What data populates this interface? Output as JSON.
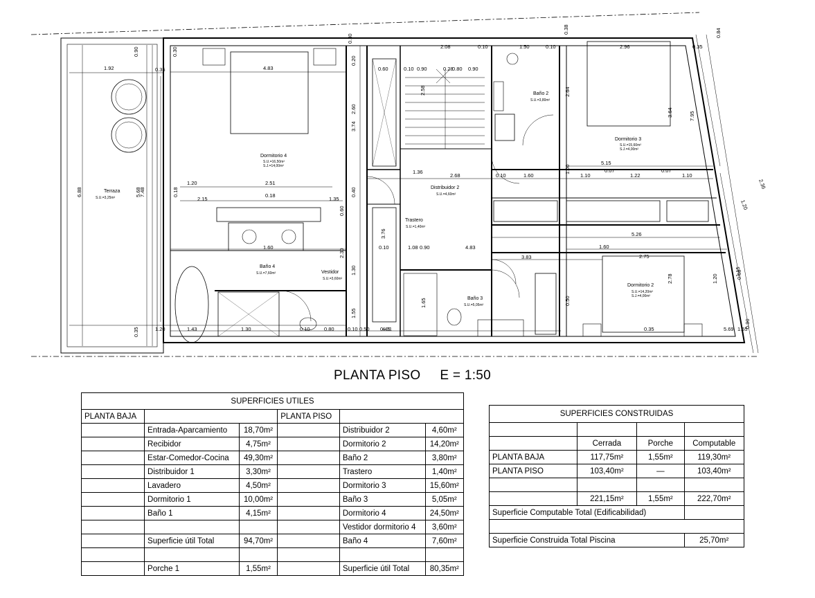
{
  "title": "PLANTA PISO     E = 1:50",
  "plan": {
    "rooms": {
      "terraza": {
        "name": "Terraza",
        "sub": "S.U.=3,25m²"
      },
      "dormitorio4": {
        "name": "Dormitorio 4",
        "sub1": "S.U.=16,50m²",
        "sub2": "S.J.=14,00m²"
      },
      "bano4": {
        "name": "Baño 4",
        "sub": "S.U.=7,60m²"
      },
      "vestidor": {
        "name": "Vestidor",
        "sub": "S.U.=3,60m²"
      },
      "trastero": {
        "name": "Trastero",
        "sub": "S.U.=1,40m²"
      },
      "distribuidor2": {
        "name": "Distribuidor 2",
        "sub": "S.U.=4,60m²"
      },
      "bano2": {
        "name": "Baño 2",
        "sub": "S.U.=3,80m²"
      },
      "dormitorio3": {
        "name": "Dormitorio 3",
        "sub1": "S.U.=15,60m²",
        "sub2": "S.J.=4,00m²"
      },
      "bano3": {
        "name": "Baño 3",
        "sub": "S.U.=5,05m²"
      },
      "dormitorio2": {
        "name": "Dormitorio 2",
        "sub1": "S.U.=14,20m²",
        "sub2": "S.J.=4,00m²"
      }
    },
    "dims": [
      "0.30",
      "2.08",
      "0.10",
      "1.50",
      "0.10",
      "0.38",
      "2.96",
      "0.35",
      "0.84",
      "0.90",
      "0.35",
      "0.30",
      "4.83",
      "0.20",
      "1.92",
      "0.60",
      "0.10",
      "0.90",
      "0.28",
      "0.90",
      "0.80",
      "2.58",
      "2.64",
      "3.64",
      "3.74",
      "2.60",
      "1.20",
      "2.51",
      "1.36",
      "2.68",
      "0.10",
      "1.00",
      "1.60",
      "1.10",
      "0.07",
      "1.22",
      "0.07",
      "1.10",
      "5.15",
      "6.88",
      "7.48",
      "5.68",
      "0.18",
      "2.15",
      "0.18",
      "1.35",
      "0.40",
      "0.60",
      "0.10",
      "1.08",
      "0.90",
      "4.83",
      "1.60",
      "2.30",
      "1.30",
      "3.76",
      "5.26",
      "1.60",
      "3.83",
      "2.75",
      "2.78",
      "1.20",
      "1.15",
      "0.90",
      "0.35",
      "1.20",
      "1.43",
      "1.30",
      "0.10",
      "0.80",
      "0.10",
      "0.50",
      "0.45",
      "1.55",
      "1.65",
      "0.50",
      "4.11",
      "0.35",
      "1.55",
      "5.69",
      "7.95",
      "2.36",
      "1.20",
      "0.60"
    ]
  },
  "utiles": {
    "header": "SUPERFICIES UTILES",
    "col_baja": "PLANTA BAJA",
    "col_piso": "PLANTA PISO",
    "rows": [
      {
        "bn": "Entrada-Aparcamiento",
        "bv": "18,70m²",
        "pn": "Distribuidor 2",
        "pv": "4,60m²"
      },
      {
        "bn": "Recibidor",
        "bv": "4,75m²",
        "pn": "Dormitorio 2",
        "pv": "14,20m²"
      },
      {
        "bn": "Estar-Comedor-Cocina",
        "bv": "49,30m²",
        "pn": "Baño 2",
        "pv": "3,80m²"
      },
      {
        "bn": "Distribuidor 1",
        "bv": "3,30m²",
        "pn": "Trastero",
        "pv": "1,40m²"
      },
      {
        "bn": "Lavadero",
        "bv": "4,50m²",
        "pn": "Dormitorio 3",
        "pv": "15,60m²"
      },
      {
        "bn": "Dormitorio 1",
        "bv": "10,00m²",
        "pn": "Baño 3",
        "pv": "5,05m²"
      },
      {
        "bn": "Baño 1",
        "bv": "4,15m²",
        "pn": "Dormitorio 4",
        "pv": "24,50m²"
      },
      {
        "bn": "",
        "bv": "",
        "pn": "Vestidor dormitorio 4",
        "pv": "3,60m²"
      },
      {
        "bn": "Superficie útil Total",
        "bv": "94,70m²",
        "pn": "Baño 4",
        "pv": "7,60m²"
      },
      {
        "bn": "",
        "bv": "",
        "pn": "",
        "pv": ""
      },
      {
        "bn": "Porche 1",
        "bv": "1,55m²",
        "pn": "Superficie útil Total",
        "pv": "80,35m²"
      }
    ]
  },
  "construidas": {
    "header": "SUPERFICIES CONSTRUIDAS",
    "cols": [
      "Cerrada",
      "Porche",
      "Computable"
    ],
    "rows": [
      {
        "label": "PLANTA BAJA",
        "c1": "117,75m²",
        "c2": "1,55m²",
        "c3": "119,30m²"
      },
      {
        "label": "PLANTA PISO",
        "c1": "103,40m²",
        "c2": "—",
        "c3": "103,40m²"
      },
      {
        "label": "",
        "c1": "",
        "c2": "",
        "c3": ""
      },
      {
        "label": "",
        "c1": "221,15m²",
        "c2": "1,55m²",
        "c3": "222,70m²"
      }
    ],
    "computable_label": "Superficie Computable Total  (Edificabilidad)",
    "piscina_label": "Superficie Construida Total  Piscina",
    "piscina_value": "25,70m²"
  }
}
